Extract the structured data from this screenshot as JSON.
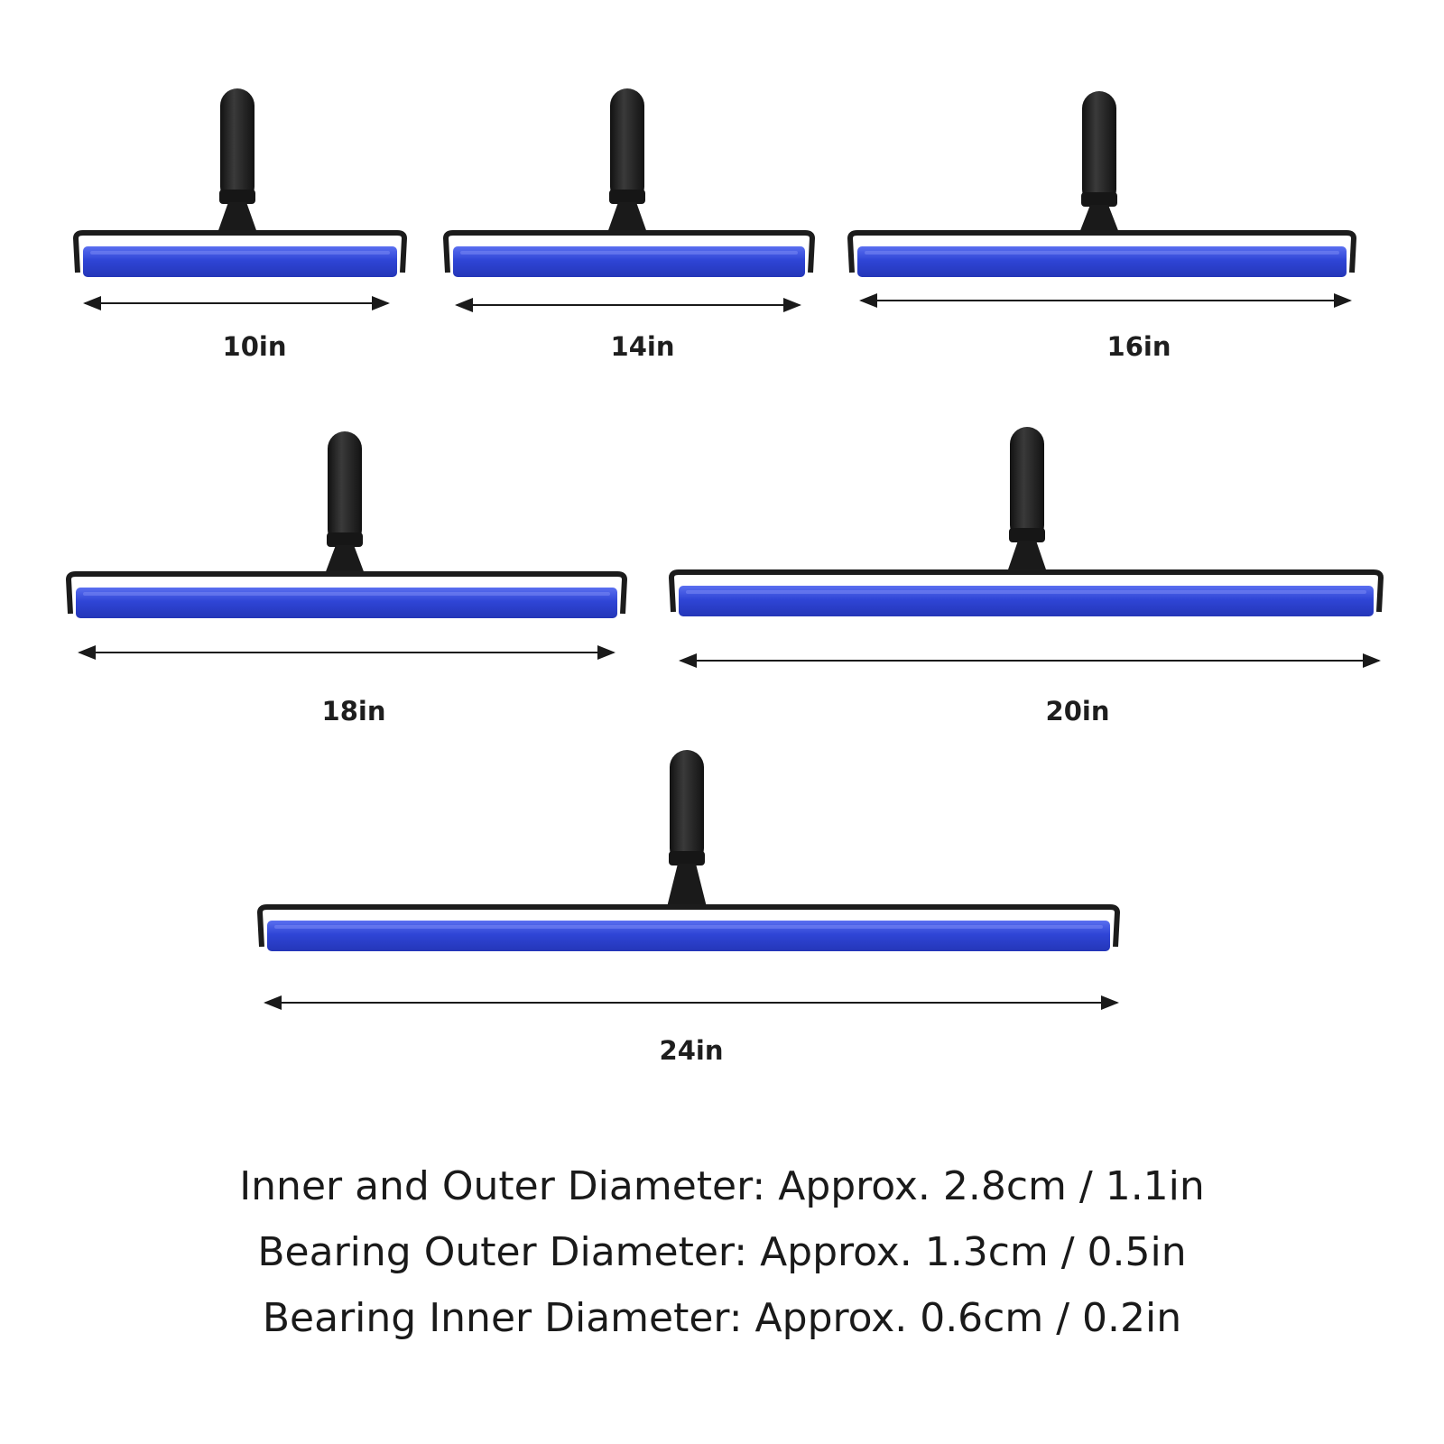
{
  "colors": {
    "roller_blue": "#2f45d6",
    "roller_blue_light": "#5a6ff0",
    "frame_black": "#1c1c1c",
    "handle_black": "#222222",
    "text_dark": "#1a1a1a"
  },
  "products": [
    {
      "size_label": "10in"
    },
    {
      "size_label": "14in"
    },
    {
      "size_label": "16in"
    },
    {
      "size_label": "18in"
    },
    {
      "size_label": "20in"
    },
    {
      "size_label": "24in"
    }
  ],
  "specs": [
    "Inner and Outer Diameter: Approx. 2.8cm / 1.1in",
    "Bearing Outer Diameter: Approx. 1.3cm / 0.5in",
    "Bearing Inner Diameter: Approx. 0.6cm / 0.2in"
  ]
}
